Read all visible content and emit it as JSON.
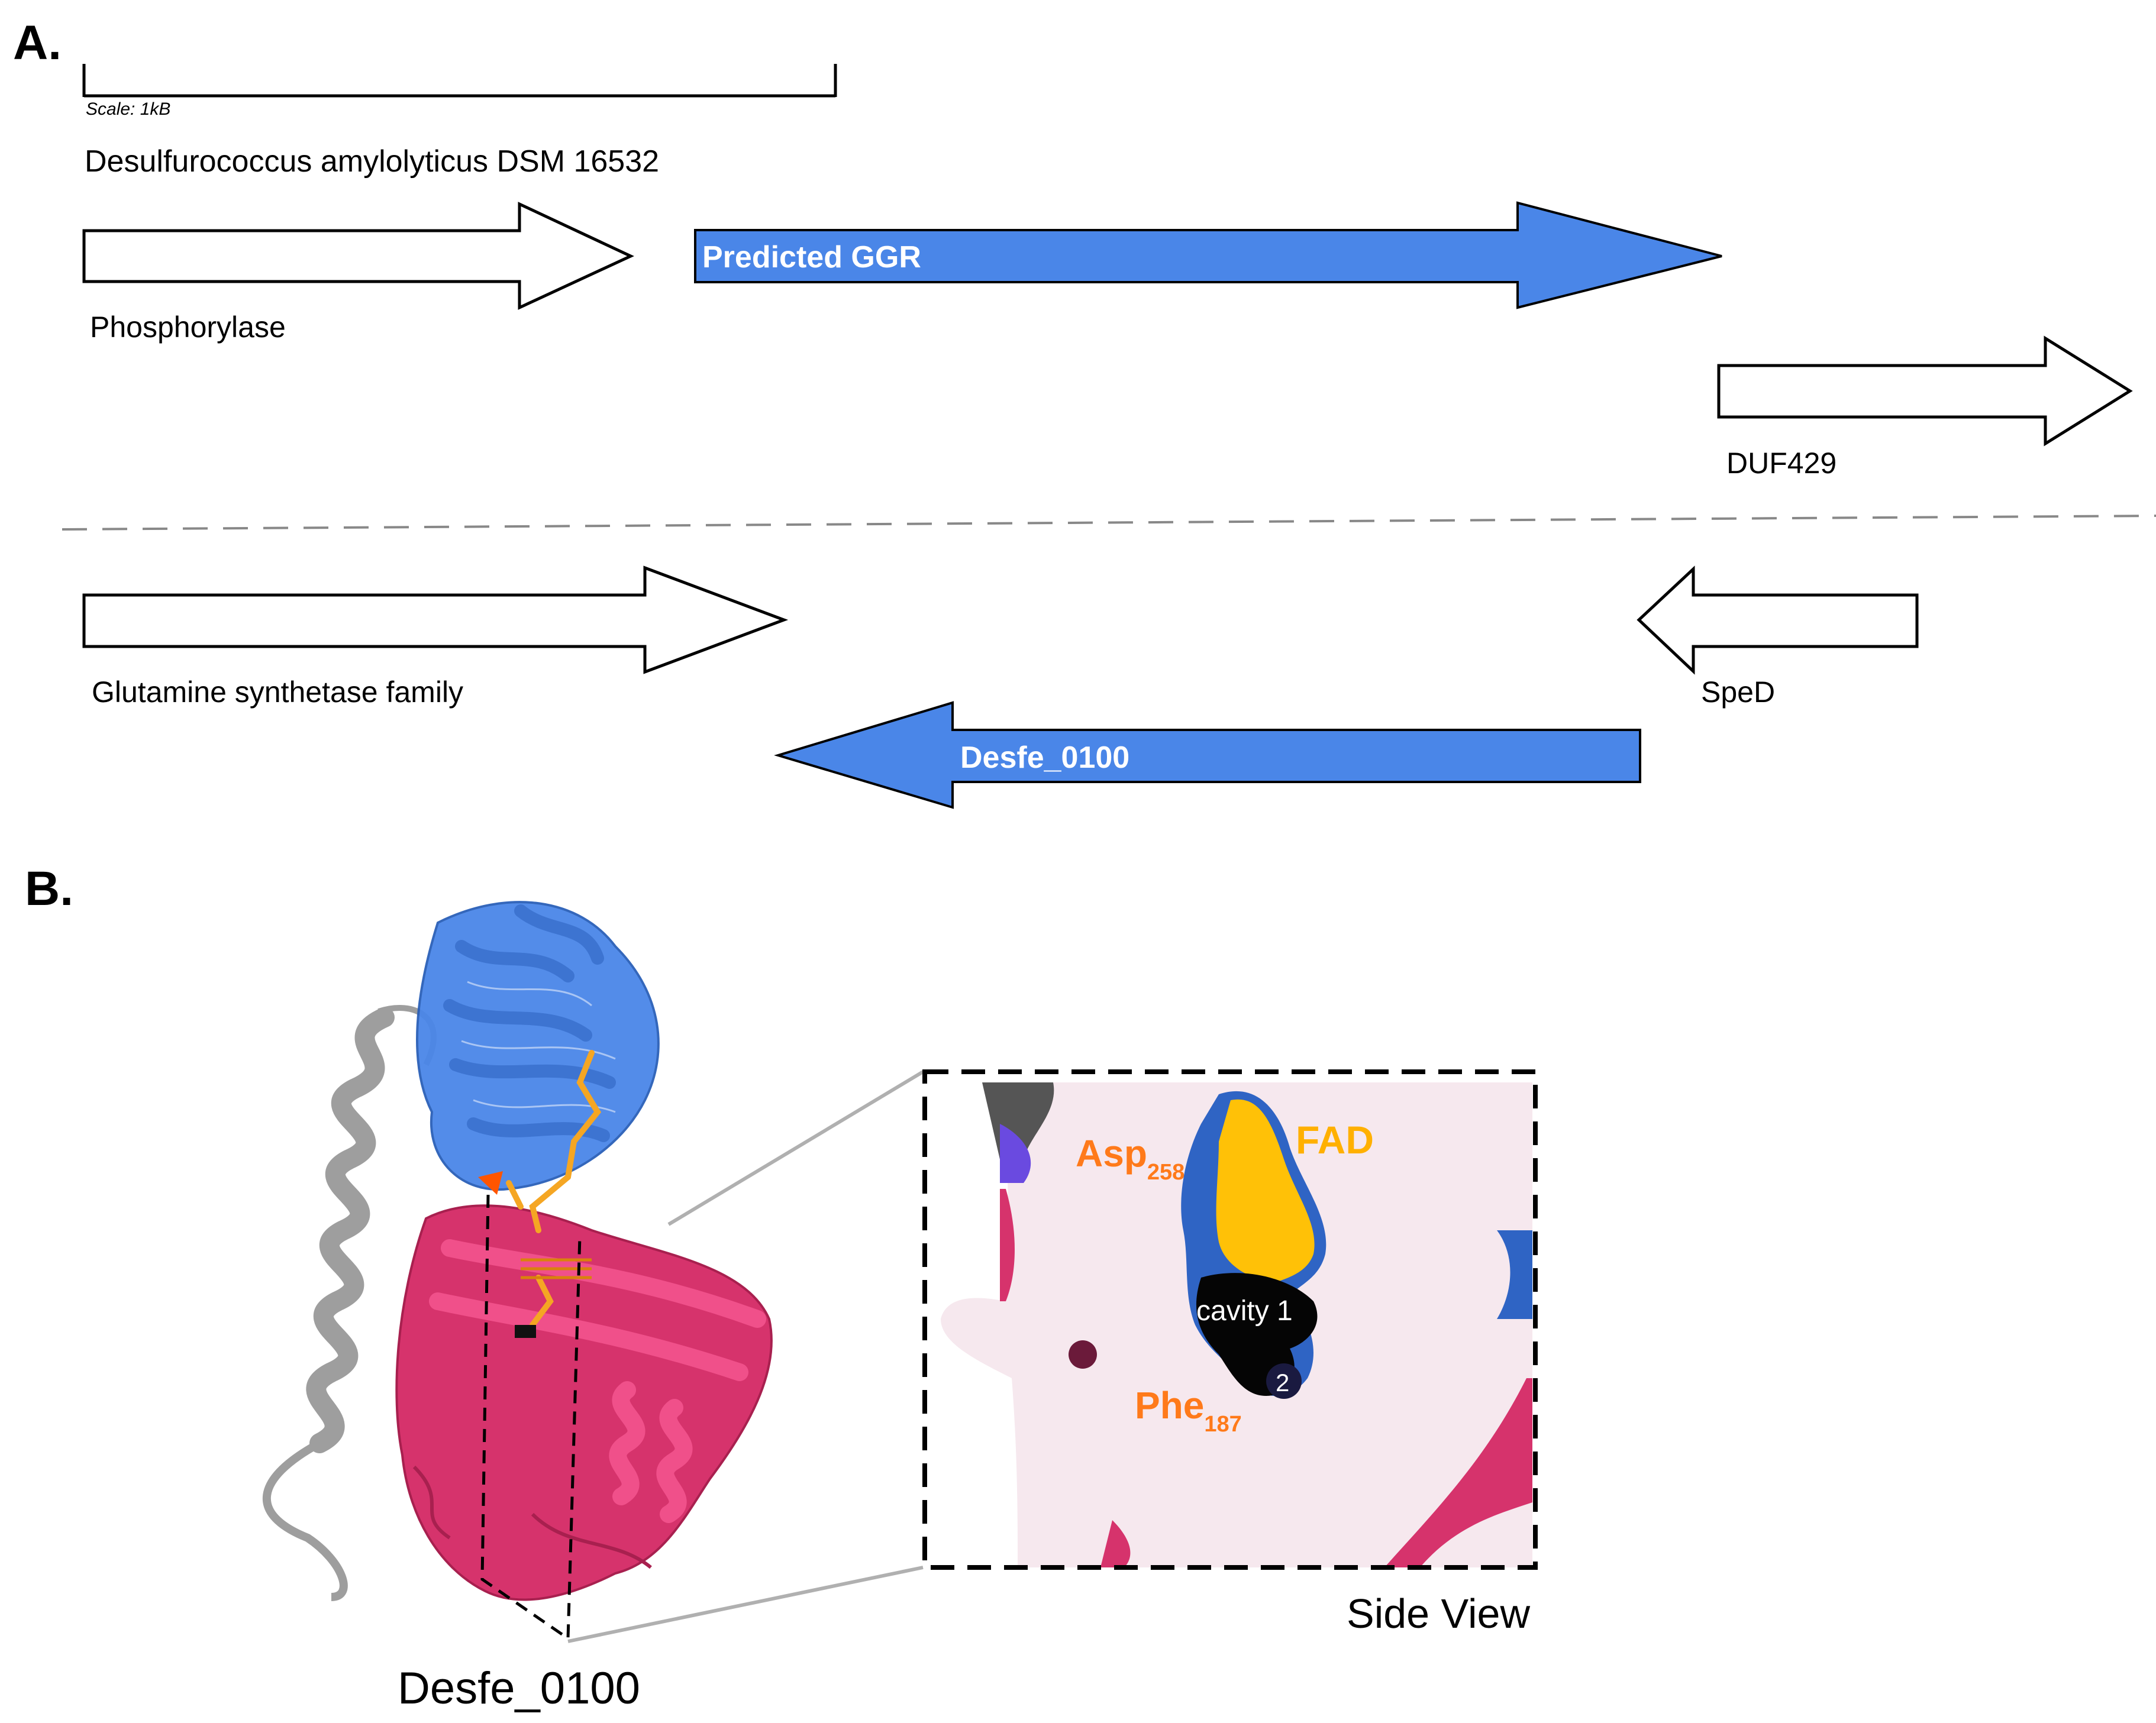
{
  "panel_a": {
    "letter": "A.",
    "scale_label": "Scale: 1kB",
    "organism": "Desulfurococcus amylolyticus DSM 16532",
    "genes_top": {
      "phosphorylase": "Phosphorylase",
      "ggr": "Predicted GGR",
      "duf429": "DUF429"
    },
    "genes_bottom": {
      "glutamine": "Glutamine synthetase family",
      "sped": "SpeD",
      "desfe": "Desfe_0100"
    },
    "colors": {
      "highlight_gene": "#4a86e8",
      "outline": "#000000"
    }
  },
  "panel_b": {
    "letter": "B.",
    "protein_name": "Desfe_0100",
    "view_label": "Side View",
    "asp_label": "Asp",
    "asp_sub": "258",
    "phe_label": "Phe",
    "phe_sub": "187",
    "fad_label": "FAD",
    "cavity1": "cavity 1",
    "cavity2": "2",
    "colors": {
      "domain_blue": "#4a86e8",
      "domain_pink": "#d6336c",
      "helix_gray": "#9e9e9e",
      "ligand": "#f5a623",
      "residue_label": "#ff7a1a"
    }
  }
}
